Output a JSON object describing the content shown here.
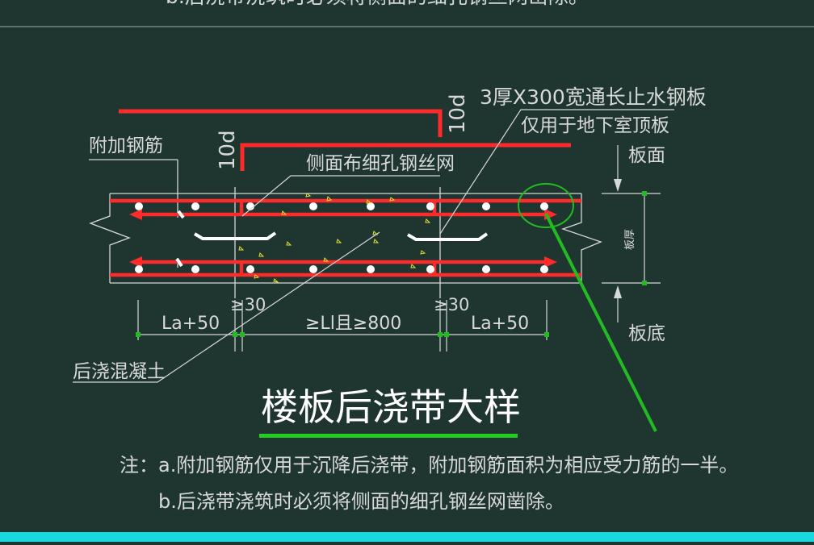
{
  "colors": {
    "background": "#1f3530",
    "line": "#d8d8d8",
    "rebar": "#ff2a2a",
    "leader": "#22bb22",
    "aggregate": "#e8e030",
    "underline": "#22cc22",
    "bottom_bar": "#18d8e0"
  },
  "top_cut_text": "b.后浇带浇筑时必须将侧面的细孔钢丝网凿除。",
  "labels": {
    "waterstop_line1": "3厚X300宽通长止水钢板",
    "waterstop_line2": "仅用于地下室顶板",
    "extra_rebar": "附加钢筋",
    "mesh": "侧面布细孔钢丝网",
    "top_face": "板面",
    "bottom_face": "板底",
    "thickness": "板厚",
    "post_concrete": "后浇混凝土",
    "hook_left": "10d",
    "hook_right": "10d"
  },
  "dimensions": {
    "la_left": "La+50",
    "gap_left": "≥30",
    "middle": "≥Ll且≥800",
    "gap_right": "≥30",
    "la_right": "La+50"
  },
  "title": "楼板后浇带大样",
  "notes": {
    "prefix": "注：",
    "line_a": "a.附加钢筋仅用于沉降后浇带，附加钢筋面积为相应受力筋的一半。",
    "line_b": "b.后浇带浇筑时必须将侧面的细孔钢丝网凿除。"
  }
}
